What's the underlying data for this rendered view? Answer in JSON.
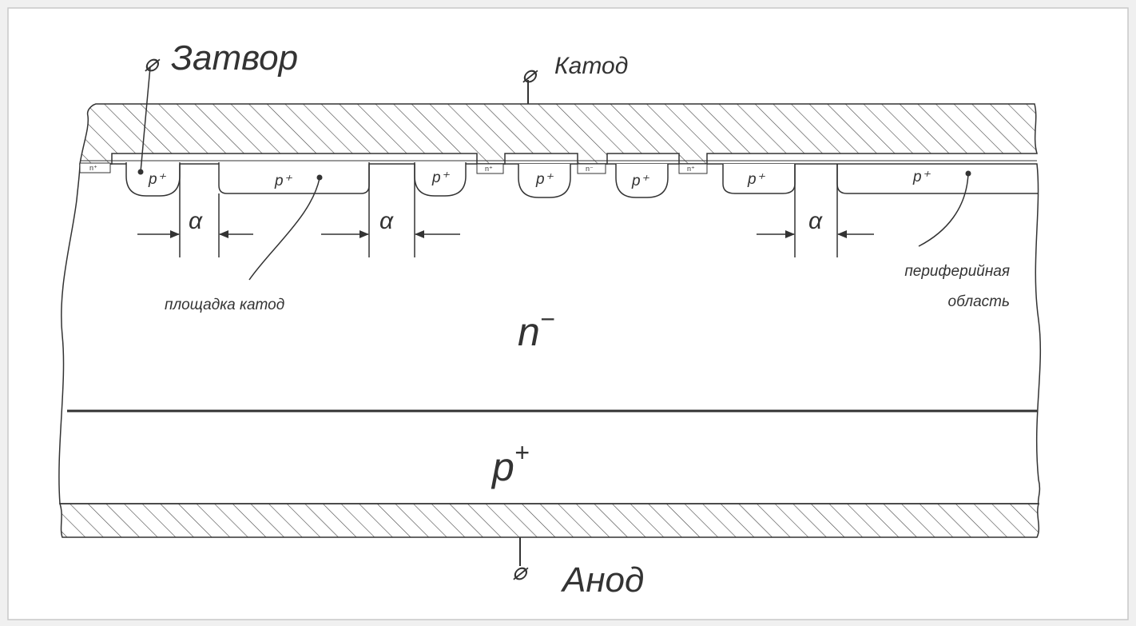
{
  "terminals": {
    "gate": "Затвор",
    "cathode": "Катод",
    "anode": "Анод",
    "terminal_symbol": "⌀"
  },
  "regions": {
    "n_minus": {
      "base": "n",
      "sup": "−"
    },
    "p_plus_bottom": {
      "base": "p",
      "sup": "+"
    },
    "p_plus_small": "p⁺",
    "n_plus_small": "n⁺",
    "n_minus_small": "n⁻"
  },
  "annotations": {
    "alpha": "α",
    "cathode_pad": "площадка катод",
    "peripheral_line1": "периферийная",
    "peripheral_line2": "область"
  },
  "colors": {
    "background": "#f0f0f0",
    "panel": "#ffffff",
    "stroke": "#333333",
    "border": "#c8c8c8"
  }
}
